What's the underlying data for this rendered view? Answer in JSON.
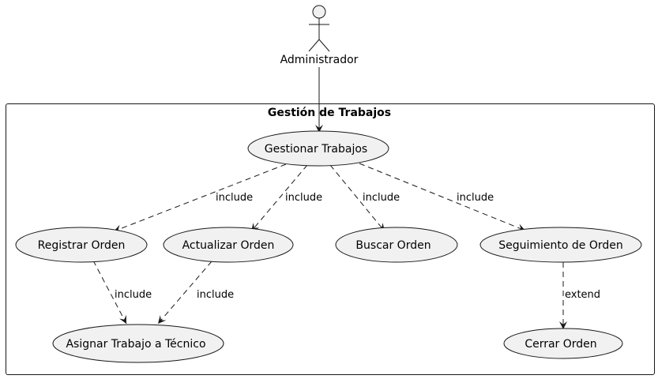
{
  "actor": {
    "label": "Administrador"
  },
  "system": {
    "title": "Gestión de Trabajos"
  },
  "use_cases": {
    "gestionar": "Gestionar Trabajos",
    "registrar": "Registrar Orden",
    "actualizar": "Actualizar Orden",
    "buscar": "Buscar Orden",
    "seguimiento": "Seguimiento de Orden",
    "asignar": "Asignar Trabajo a Técnico",
    "cerrar": "Cerrar Orden"
  },
  "relations": {
    "include_registrar": "include",
    "include_actualizar": "include",
    "include_buscar": "include",
    "include_seguimiento": "include",
    "include_reg_asignar": "include",
    "include_act_asignar": "include",
    "extend_cerrar": "extend"
  },
  "colors": {
    "usecase_fill": "#f1f1f1",
    "stroke": "#181818"
  }
}
